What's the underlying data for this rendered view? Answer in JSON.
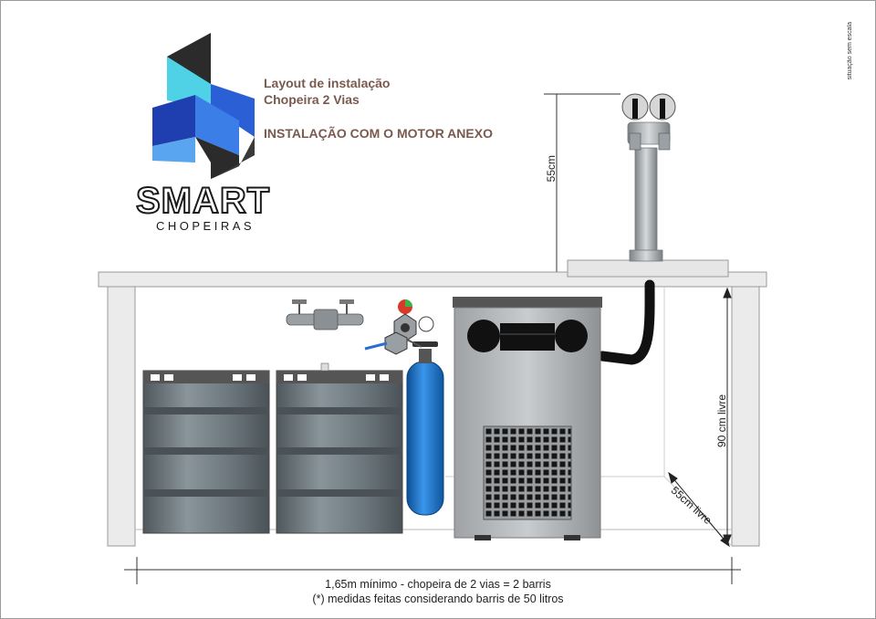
{
  "header": {
    "title_line1": "Layout de instalação",
    "title_line2": "Chopeira 2 Vias",
    "heading": "INSTALAÇÃO COM O MOTOR ANEXO"
  },
  "logo": {
    "word": "SMART",
    "sub": "CHOPEIRAS"
  },
  "side_note": "situação sem escala",
  "dimensions": {
    "tower_height": "55cm",
    "free_height": "90 cm livre",
    "free_depth": "55cm livre"
  },
  "footer": {
    "line1": "1,65m mínimo - chopeira de 2 vias = 2 barris",
    "line2": "(*) medidas feitas considerando barris de 50 litros"
  },
  "colors": {
    "title_text": "#7a5a4e",
    "cylinder": "#1f7ad1",
    "keg": "#6f7a80",
    "logo_cyan": "#4fd2e6",
    "logo_blue": "#2a5fd6",
    "gauge_red": "#d83a2a",
    "gauge_green": "#3bb34a"
  }
}
